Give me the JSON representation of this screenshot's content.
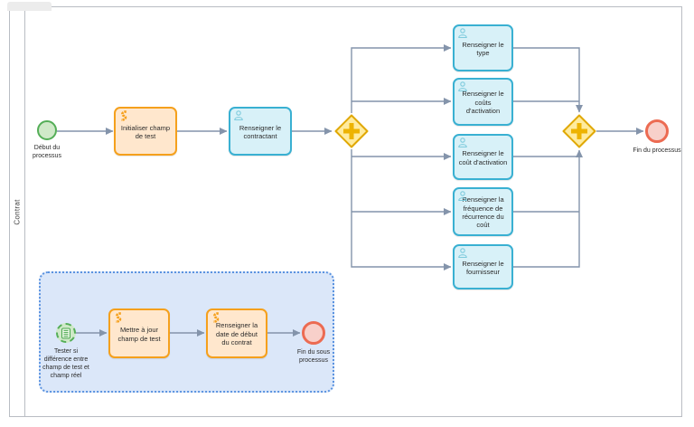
{
  "diagram": {
    "pool": {
      "label": "Contrat"
    },
    "events": {
      "start": {
        "label": "Début du\nprocessus",
        "kind": "start"
      },
      "end": {
        "label": "Fin du processus",
        "kind": "end"
      },
      "sub_start": {
        "label": "Tester si\ndifférence entre\nchamp de test et\nchamp réel",
        "kind": "conditional-start"
      },
      "sub_end": {
        "label": "Fin du sous\nprocessus",
        "kind": "end"
      }
    },
    "gateways": {
      "split": {
        "type": "parallel"
      },
      "join": {
        "type": "parallel"
      }
    },
    "tasks": {
      "init": {
        "label": "Initialiser champ\nde test",
        "type": "script"
      },
      "contractant": {
        "label": "Renseigner le\ncontractant",
        "type": "user"
      },
      "type": {
        "label": "Renseigner le\ntype",
        "type": "user"
      },
      "couts_activation": {
        "label": "Renseigner le\ncoûts\nd'activation",
        "type": "user"
      },
      "cout_activation": {
        "label": "Renseigner le\ncoût d'activation",
        "type": "user"
      },
      "frequence": {
        "label": "Renseigner la\nfréquence de\nrécurrence du\ncoût",
        "type": "user"
      },
      "fournisseur": {
        "label": "Renseigner le\nfournisseur",
        "type": "user"
      },
      "maj": {
        "label": "Mettre à jour\nchamp de test",
        "type": "script"
      },
      "date_debut": {
        "label": "Renseigner la\ndate de début\ndu contrat",
        "type": "script"
      }
    }
  },
  "colors": {
    "script_fill": "#ffe7cd",
    "script_stroke": "#f5a01c",
    "script_icon": "#f5a01c",
    "user_fill": "#d8f1f8",
    "user_stroke": "#39b0d2",
    "user_icon": "#7ecbdd",
    "gateway_fill": "#ffeb9e",
    "gateway_stroke": "#e0a800",
    "gateway_cross": "#edb301",
    "start_fill": "#cfe9c8",
    "start_stroke": "#54ae57",
    "cond_icon": "#4ba84f",
    "end_fill": "#f8d0ca",
    "end_stroke": "#ec6b52",
    "subprocess_fill": "#dbe7f9",
    "subprocess_stroke": "#5b93e0",
    "edge": "#8494ab",
    "pool_border": "#b9bdc3",
    "text": "#2b2b2b"
  }
}
